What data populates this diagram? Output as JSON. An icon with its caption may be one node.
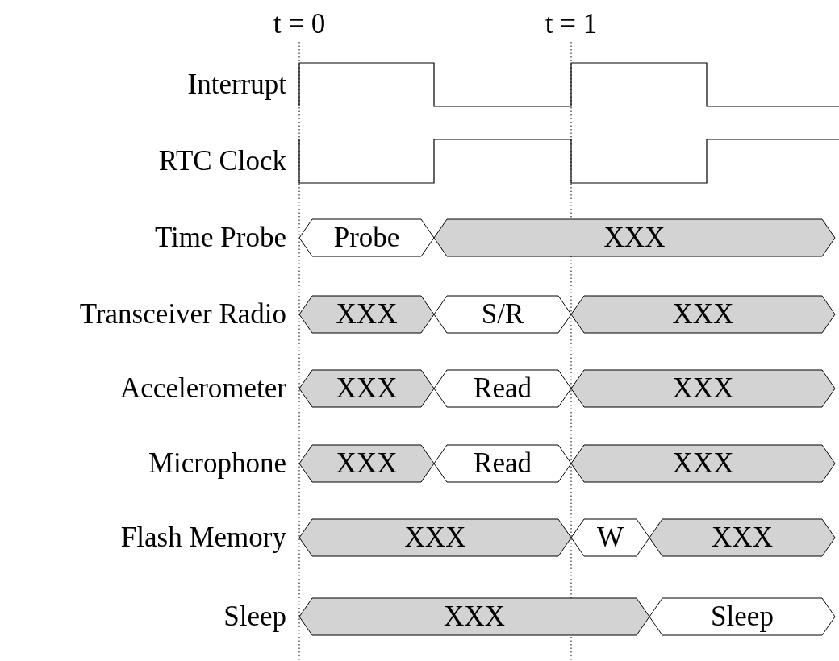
{
  "diagram": {
    "nodes": [
      {
        "text": [
          "Probe"
        ]
      },
      {
        "text": [
          "XXX"
        ]
      },
      {
        "text": [
          "XXX"
        ]
      },
      {
        "text": [
          "S/R"
        ]
      },
      {
        "text": [
          "XXX"
        ]
      },
      {
        "text": [
          "XXX"
        ]
      },
      {
        "text": [
          "Read"
        ]
      },
      {
        "text": [
          "XXX"
        ]
      },
      {
        "text": [
          "XXX"
        ]
      },
      {
        "text": [
          "Read"
        ]
      },
      {
        "text": [
          "XXX"
        ]
      },
      {
        "text": [
          "XXX"
        ]
      },
      {
        "text": [
          "W"
        ]
      },
      {
        "text": [
          "XXX"
        ]
      },
      {
        "text": [
          "XXX"
        ]
      },
      {
        "text": [
          "Sleep"
        ]
      }
    ],
    "labels": [
      "t = 0",
      "t = 1",
      "Interrupt",
      "RTC Clock",
      "Time Probe",
      "Transceiver Radio",
      "Accelerometer",
      "Microphone",
      "Flash Memory",
      "Sleep"
    ]
  }
}
